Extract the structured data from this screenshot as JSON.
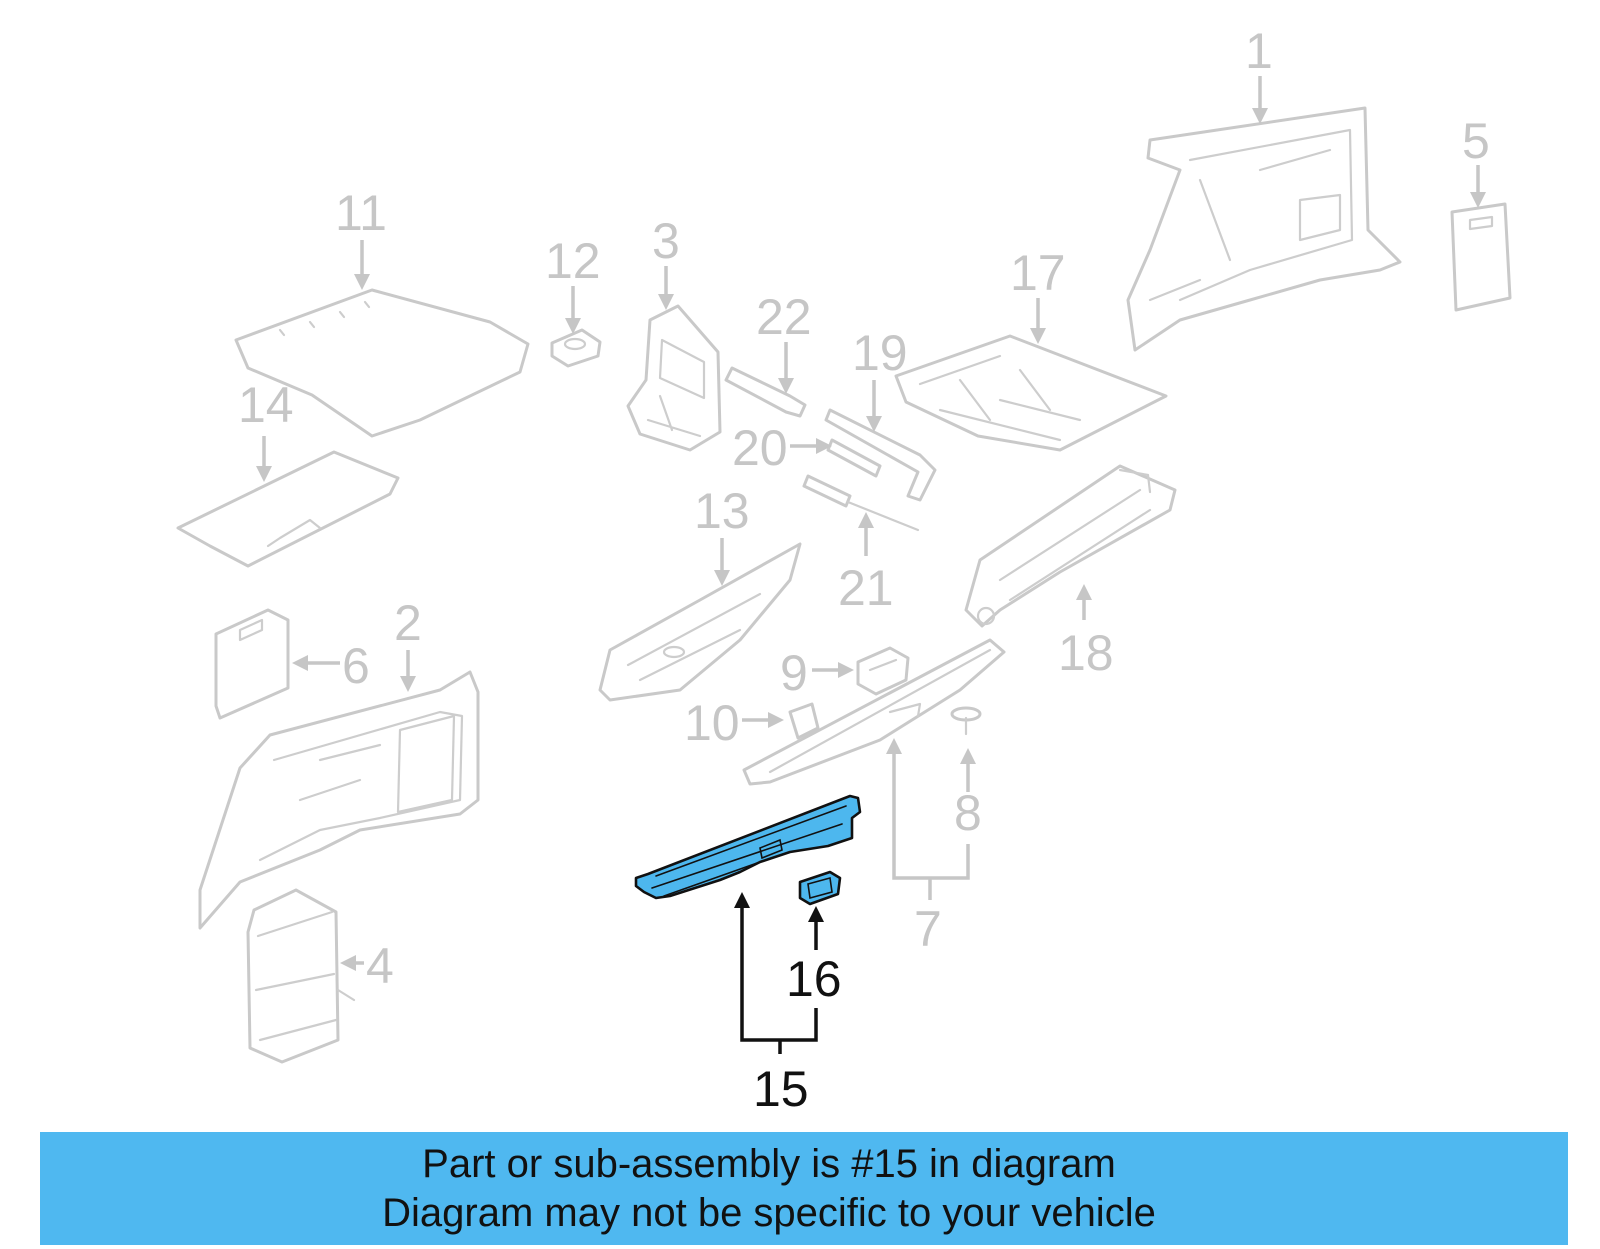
{
  "diagram": {
    "callouts": [
      "1",
      "2",
      "3",
      "4",
      "5",
      "6",
      "7",
      "8",
      "9",
      "10",
      "11",
      "12",
      "13",
      "14",
      "15",
      "16",
      "17",
      "18",
      "19",
      "20",
      "21",
      "22"
    ],
    "highlighted_callouts": [
      "15",
      "16"
    ]
  },
  "banner": {
    "line1": "Part or sub-assembly is #15 in diagram",
    "line2": "Diagram may not be specific to your vehicle"
  },
  "colors": {
    "highlight_fill": "#4db7ee",
    "banner_background": "#4fb8f0",
    "ghost_parts": "#c9c9c9",
    "highlight_outline": "#111111"
  }
}
